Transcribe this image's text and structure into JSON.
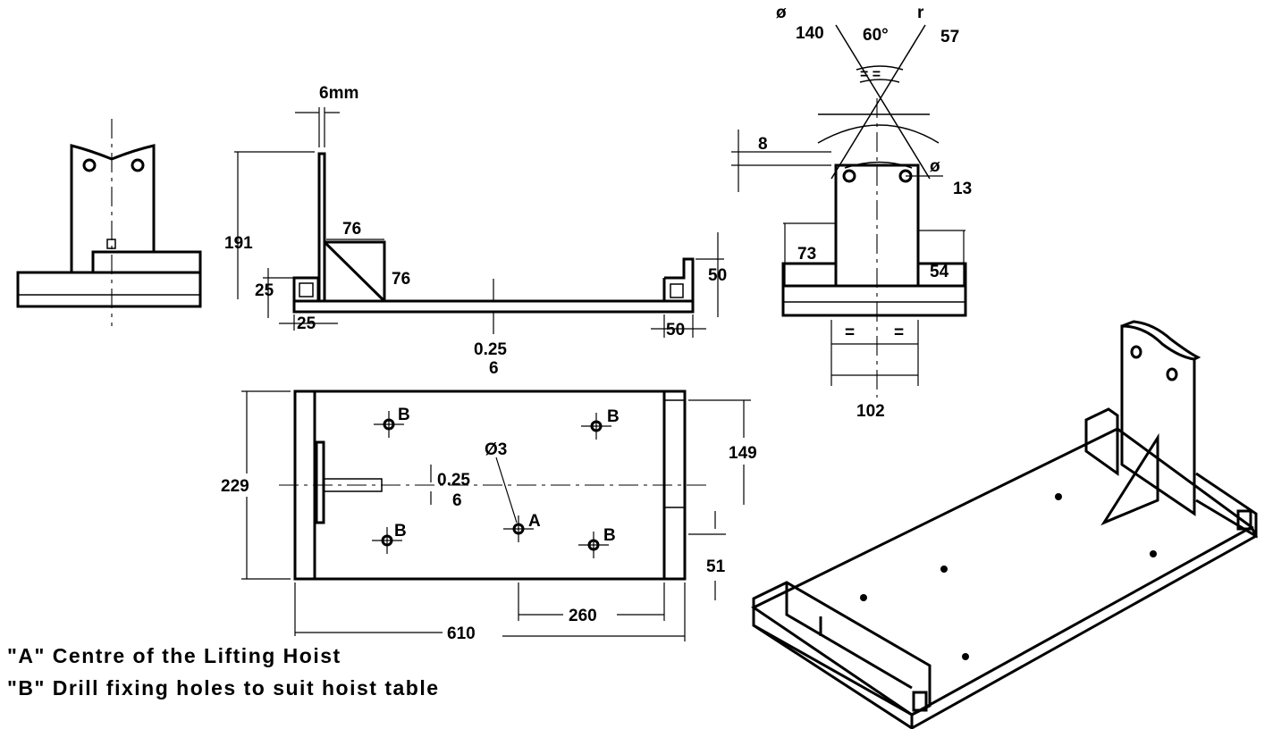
{
  "side_view": {
    "thickness": "6mm",
    "height": "191",
    "gusset_h": "76",
    "gusset_v": "76",
    "tube_h": "25",
    "tube_w": "25",
    "right_h": "50",
    "right_w": "50",
    "plate_top": "0.25",
    "plate_bottom": "6"
  },
  "end_view": {
    "angle_left_sym": "ø",
    "angle_left": "140",
    "angle": "60°",
    "angle_right_sym": "r",
    "angle_right": "57",
    "equal_marks": "= =",
    "offset": "8",
    "hole_sym": "ø",
    "hole": "13",
    "left_h": "73",
    "right_h": "54",
    "eq_left": "=",
    "eq_right": "=",
    "width": "102"
  },
  "plan_view": {
    "label_b": "B",
    "label_a": "A",
    "hole_dia": "Ø3",
    "height": "229",
    "thk_top": "0.25",
    "thk_bottom": "6",
    "right_upper": "149",
    "right_lower": "51",
    "offset": "260",
    "length": "610"
  },
  "notes": {
    "a": "\"A\" Centre of the Lifting Hoist",
    "b": "\"B\" Drill fixing holes to suit hoist table"
  }
}
